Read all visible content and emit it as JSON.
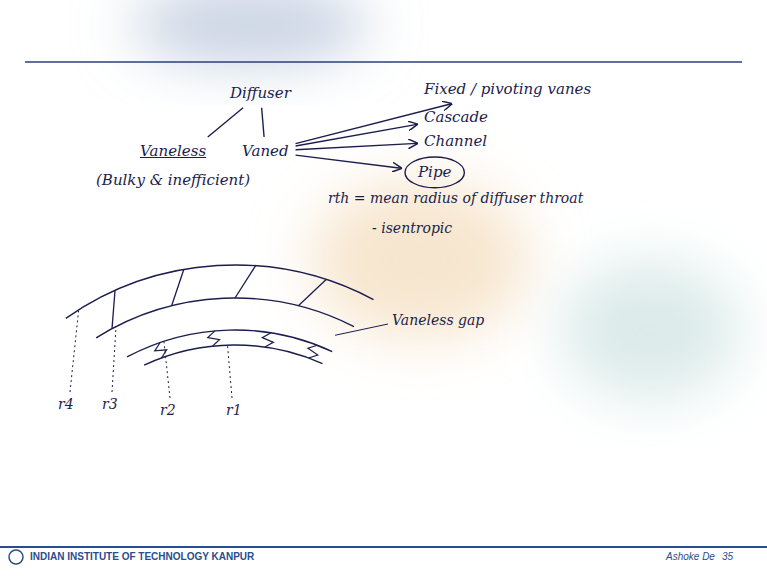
{
  "diagram": {
    "nodes": [
      {
        "text": [
          "Diffuser"
        ]
      },
      {
        "text": [
          "Vaneless",
          "(Bulky & inefficient)"
        ]
      },
      {
        "text": [
          "Vaned"
        ]
      },
      {
        "text": [
          "Fixed / pivoting vanes"
        ]
      },
      {
        "text": [
          "Cascade"
        ]
      },
      {
        "text": [
          "Channel"
        ]
      },
      {
        "text": [
          "Pipe"
        ]
      }
    ],
    "edges": [
      {
        "from": 0,
        "to": 1,
        "arrow": "none"
      },
      {
        "from": 0,
        "to": 2,
        "arrow": "none"
      },
      {
        "from": 2,
        "to": 3,
        "arrow": "to"
      },
      {
        "from": 2,
        "to": 4,
        "arrow": "to"
      },
      {
        "from": 2,
        "to": 5,
        "arrow": "to"
      },
      {
        "from": 2,
        "to": 6,
        "arrow": "to"
      }
    ],
    "labels": [
      "rth = mean radius of diffuser throat",
      "- isentropic",
      "r4",
      "r3",
      "r2",
      "r1",
      "Vaneless gap",
      "INDIAN INSTITUTE OF TECHNOLOGY KANPUR",
      "Ashoke De",
      "35"
    ]
  }
}
